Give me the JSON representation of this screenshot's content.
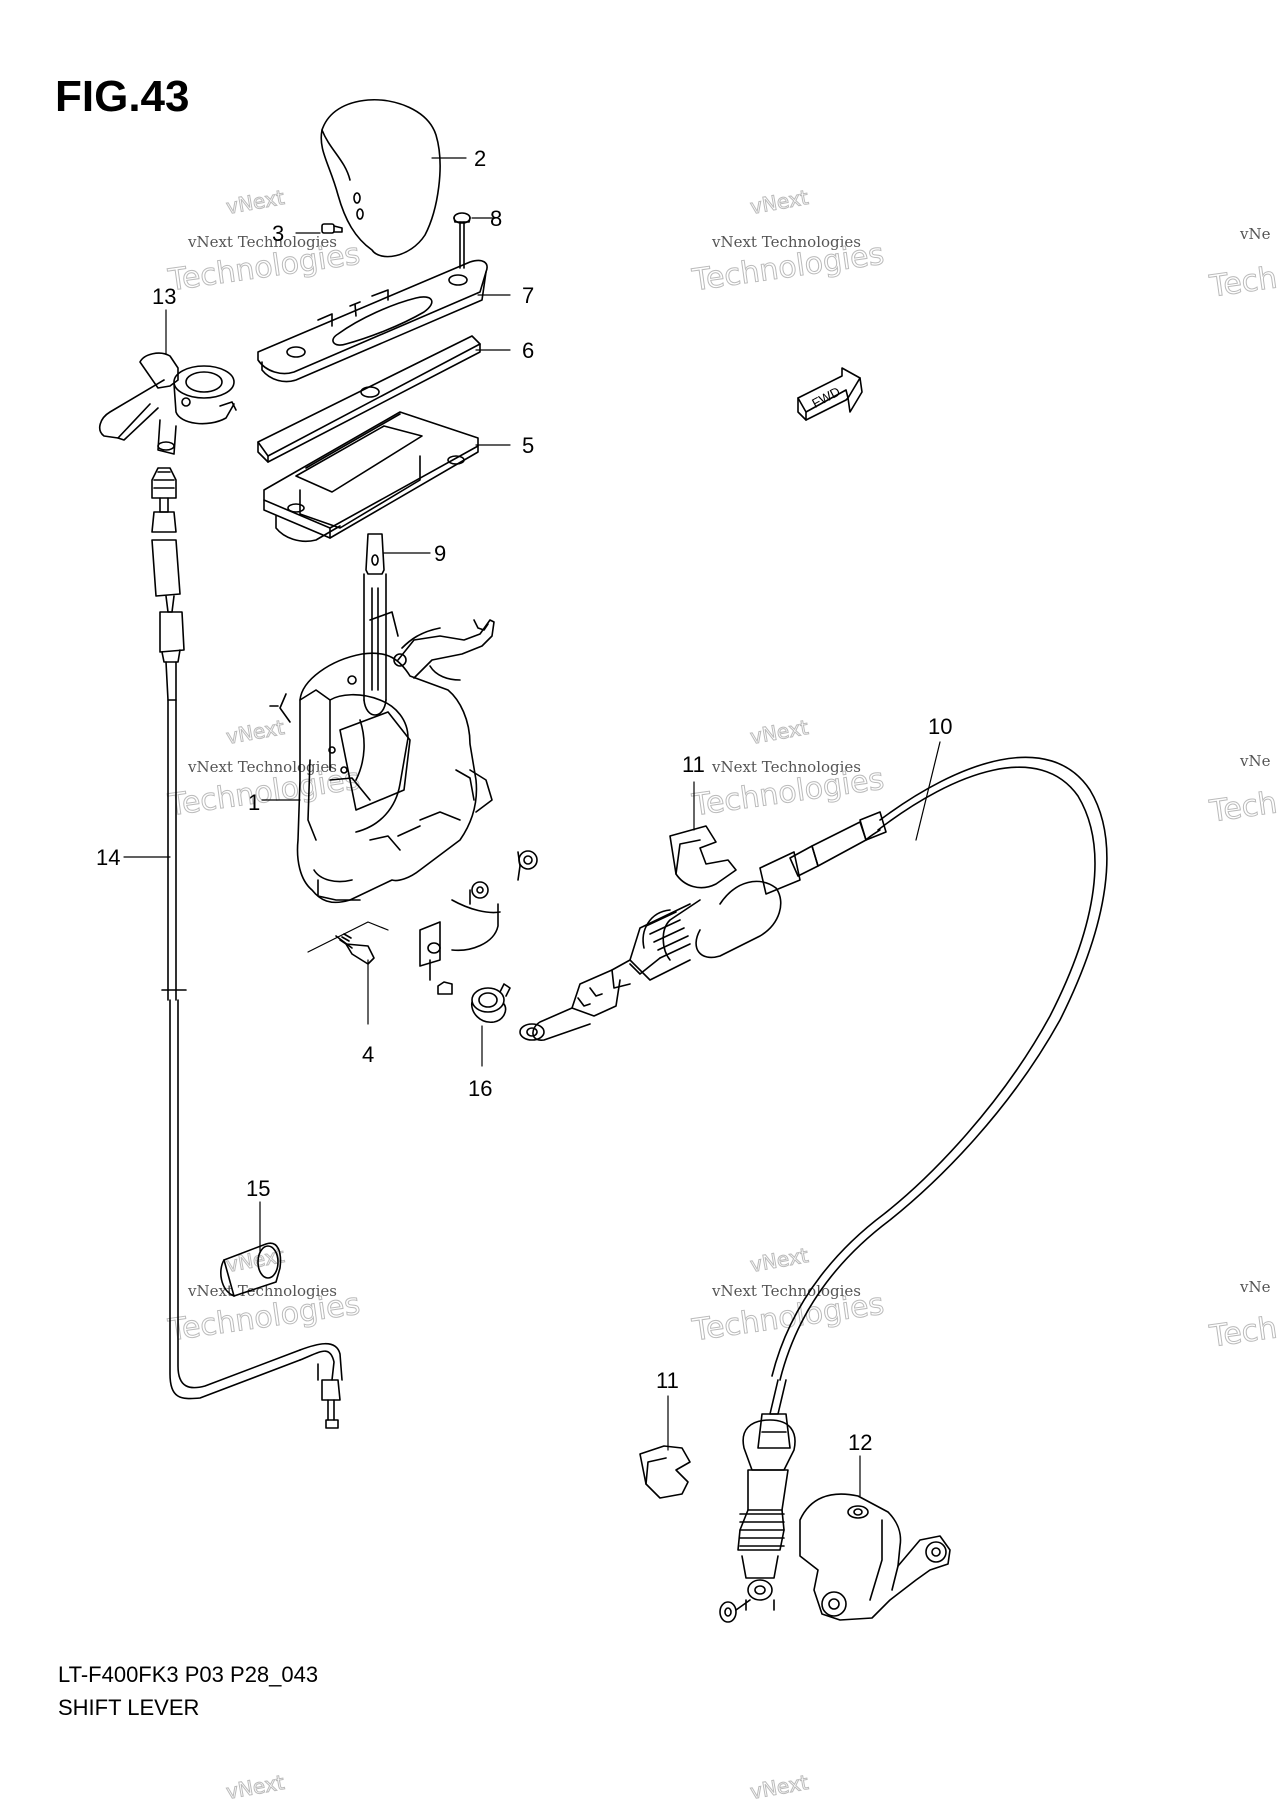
{
  "figure": {
    "title": "FIG.43",
    "code": "LT-F400FK3 P03 P28_043",
    "name": "SHIFT LEVER",
    "fwd_label": "FWD"
  },
  "watermark": {
    "company": "vNext Technologies",
    "top": "vNext",
    "bottom": "Technologies",
    "partial_company": "vNe",
    "partial_bottom": "Tech"
  },
  "callouts": [
    "1",
    "2",
    "3",
    "4",
    "5",
    "6",
    "7",
    "8",
    "9",
    "10",
    "11",
    "11",
    "12",
    "13",
    "14",
    "15",
    "16"
  ]
}
